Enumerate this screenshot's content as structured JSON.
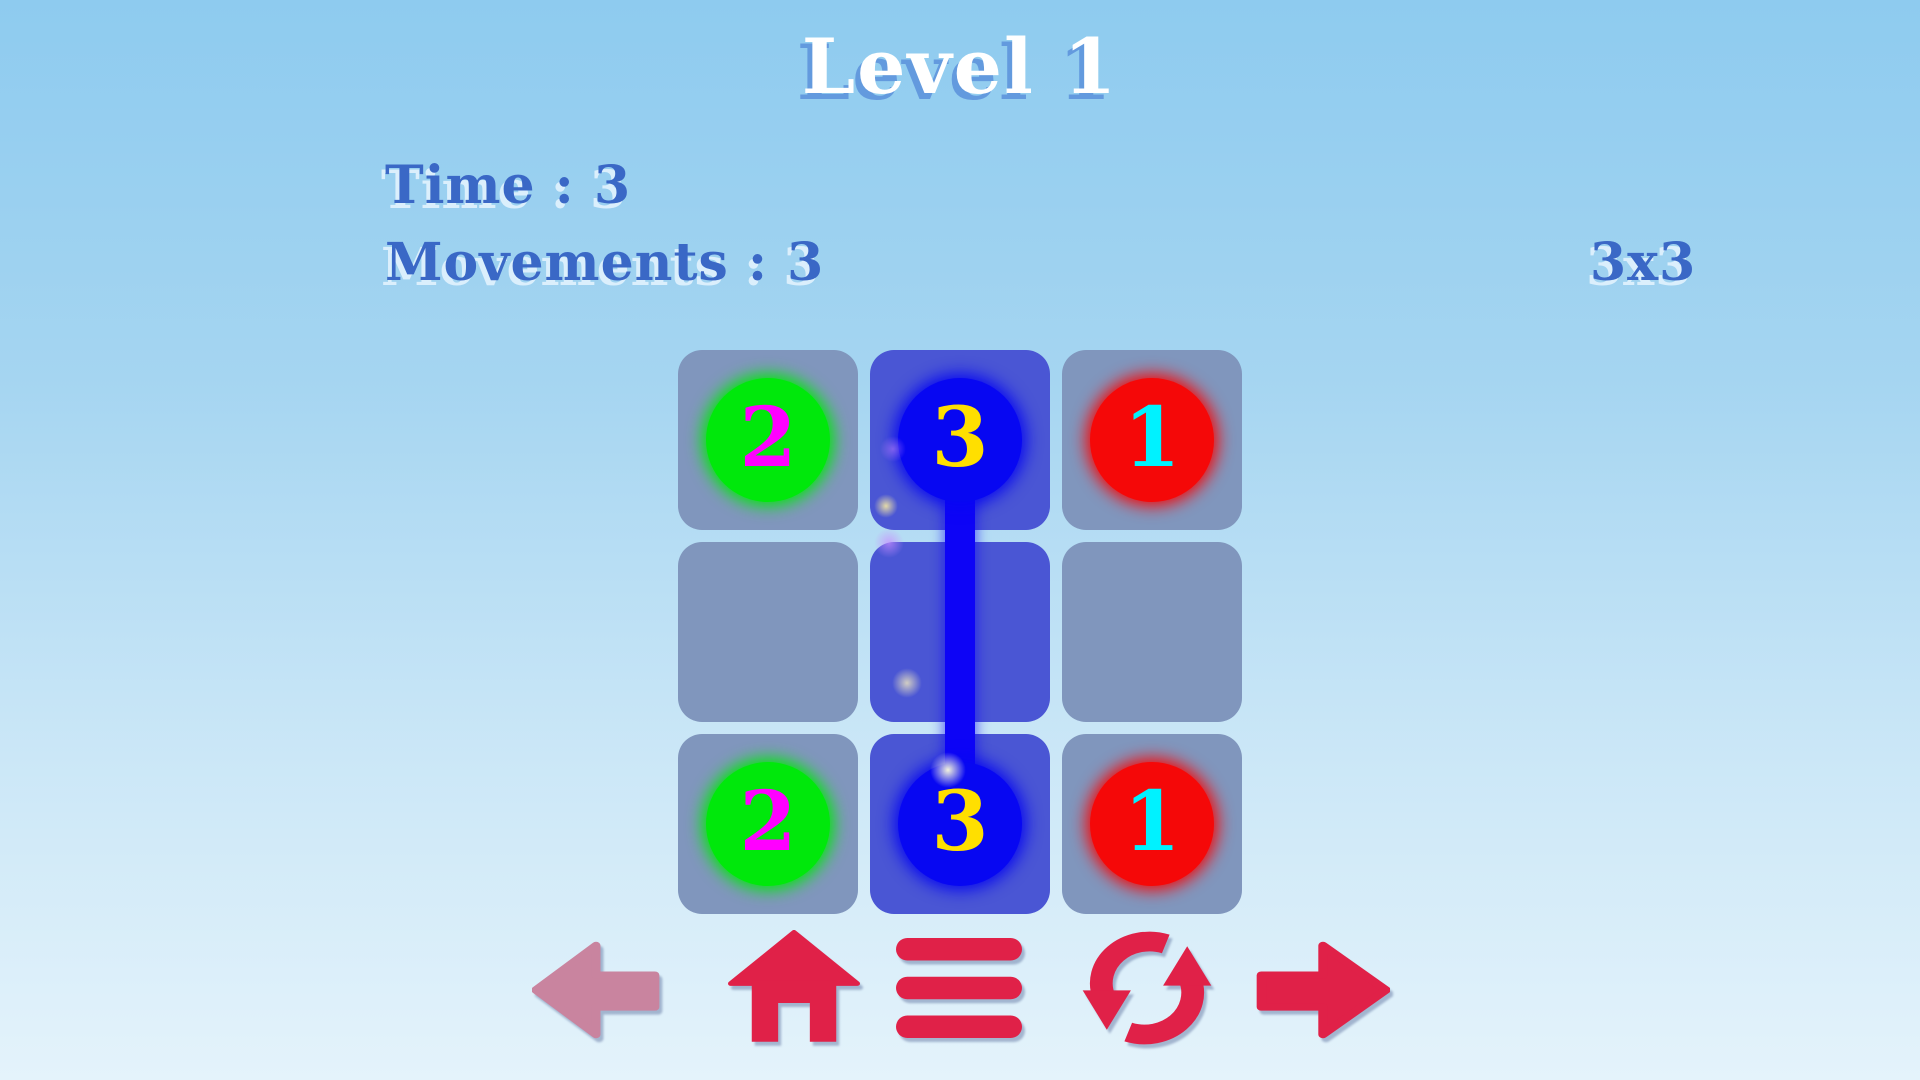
{
  "app": {
    "title": "Level 1"
  },
  "hud": {
    "time_label": "Time",
    "time_separator": " : ",
    "time_value": "3",
    "movements_label": "Movements",
    "movements_separator": " : ",
    "movements_value": "3",
    "grid_size_text": "3x3"
  },
  "board": {
    "size": "3x3",
    "cells": [
      {
        "id": "r0c0",
        "dot": "2",
        "dot_style": "--dot:#00e80b;--num:#ff00ff",
        "highlighted": false
      },
      {
        "id": "r0c1",
        "dot": "3",
        "dot_style": "--dot:#0707f2;--num:#ffdf00",
        "highlighted": true
      },
      {
        "id": "r0c2",
        "dot": "1",
        "dot_style": "--dot:#f50808;--num:#00f2ff",
        "highlighted": false
      },
      {
        "id": "r1c0",
        "dot": "",
        "highlighted": false
      },
      {
        "id": "r1c1",
        "dot": "",
        "highlighted": true
      },
      {
        "id": "r1c2",
        "dot": "",
        "highlighted": false
      },
      {
        "id": "r2c0",
        "dot": "2",
        "dot_style": "--dot:#00e80b;--num:#ff00ff",
        "highlighted": false
      },
      {
        "id": "r2c1",
        "dot": "3",
        "dot_style": "--dot:#0707f2;--num:#ffdf00",
        "highlighted": true
      },
      {
        "id": "r2c2",
        "dot": "1",
        "dot_style": "--dot:#f50808;--num:#00f2ff",
        "highlighted": false
      }
    ],
    "path": {
      "from": "r0c1",
      "to": "r2c1",
      "color": "#0d04f6"
    }
  },
  "toolbar": {
    "buttons": [
      {
        "name": "back",
        "icon": "arrow-left-icon",
        "enabled": false
      },
      {
        "name": "home",
        "icon": "home-icon",
        "enabled": true
      },
      {
        "name": "levels-menu",
        "icon": "menu-icon",
        "enabled": true
      },
      {
        "name": "restart",
        "icon": "refresh-icon",
        "enabled": true
      },
      {
        "name": "next",
        "icon": "arrow-right-icon",
        "enabled": true
      }
    ]
  },
  "colors": {
    "background_top": "#8ecbef",
    "background_bottom": "#e4f3fb",
    "title_text": "#ffffff",
    "title_shadow": "#639ade",
    "hud_text": "#3a68c6",
    "hud_shadow": "#def0fc",
    "cell": "#8096bd",
    "cell_highlight": "#4a56d4",
    "dot_green": "#00e80b",
    "dot_blue": "#0707f2",
    "dot_red": "#f50808",
    "number_magenta": "#ff00ff",
    "number_yellow": "#ffdf00",
    "number_cyan": "#00f2ff",
    "path_line": "#0d04f6",
    "icon": "#e02148",
    "icon_disabled": "#c9849f"
  }
}
